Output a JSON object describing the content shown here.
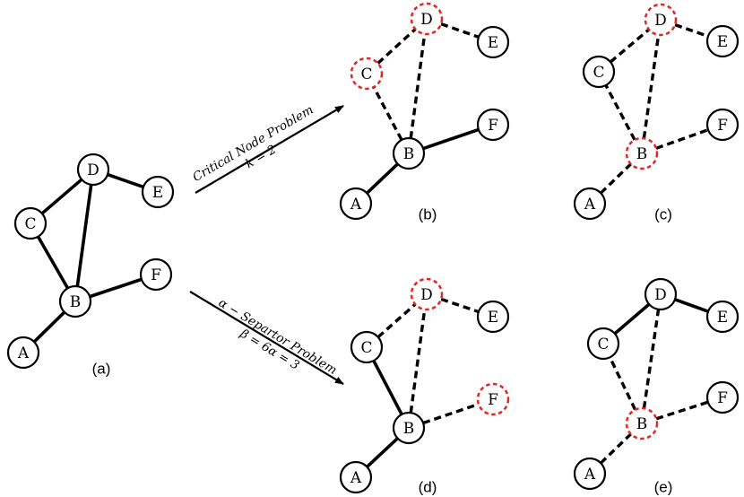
{
  "arrows": {
    "top": {
      "line1": "Critical Node Problem",
      "line2": "k = 2"
    },
    "bottom": {
      "line1": "α − Separtor Problem",
      "line2": "β = 6α = 3"
    }
  },
  "colors": {
    "node_stroke": "#000000",
    "removed_stroke": "#e32626"
  },
  "panels": [
    {
      "id": "a",
      "caption": "(a)",
      "nodes": [
        {
          "label": "A",
          "removed": false
        },
        {
          "label": "B",
          "removed": false
        },
        {
          "label": "C",
          "removed": false
        },
        {
          "label": "D",
          "removed": false
        },
        {
          "label": "E",
          "removed": false
        },
        {
          "label": "F",
          "removed": false
        }
      ],
      "edges": [
        {
          "from": "A",
          "to": "B",
          "removed": false
        },
        {
          "from": "B",
          "to": "C",
          "removed": false
        },
        {
          "from": "B",
          "to": "D",
          "removed": false
        },
        {
          "from": "B",
          "to": "F",
          "removed": false
        },
        {
          "from": "C",
          "to": "D",
          "removed": false
        },
        {
          "from": "D",
          "to": "E",
          "removed": false
        }
      ]
    },
    {
      "id": "b",
      "caption": "(b)",
      "nodes": [
        {
          "label": "A",
          "removed": false
        },
        {
          "label": "B",
          "removed": false
        },
        {
          "label": "C",
          "removed": true
        },
        {
          "label": "D",
          "removed": true
        },
        {
          "label": "E",
          "removed": false
        },
        {
          "label": "F",
          "removed": false
        }
      ],
      "edges": [
        {
          "from": "A",
          "to": "B",
          "removed": false
        },
        {
          "from": "B",
          "to": "C",
          "removed": true
        },
        {
          "from": "B",
          "to": "D",
          "removed": true
        },
        {
          "from": "B",
          "to": "F",
          "removed": false
        },
        {
          "from": "C",
          "to": "D",
          "removed": true
        },
        {
          "from": "D",
          "to": "E",
          "removed": true
        }
      ]
    },
    {
      "id": "c",
      "caption": "(c)",
      "nodes": [
        {
          "label": "A",
          "removed": false
        },
        {
          "label": "B",
          "removed": true
        },
        {
          "label": "C",
          "removed": false
        },
        {
          "label": "D",
          "removed": true
        },
        {
          "label": "E",
          "removed": false
        },
        {
          "label": "F",
          "removed": false
        }
      ],
      "edges": [
        {
          "from": "A",
          "to": "B",
          "removed": true
        },
        {
          "from": "B",
          "to": "C",
          "removed": true
        },
        {
          "from": "B",
          "to": "D",
          "removed": true
        },
        {
          "from": "B",
          "to": "F",
          "removed": true
        },
        {
          "from": "C",
          "to": "D",
          "removed": true
        },
        {
          "from": "D",
          "to": "E",
          "removed": true
        }
      ]
    },
    {
      "id": "d",
      "caption": "(d)",
      "nodes": [
        {
          "label": "A",
          "removed": false
        },
        {
          "label": "B",
          "removed": false
        },
        {
          "label": "C",
          "removed": false
        },
        {
          "label": "D",
          "removed": true
        },
        {
          "label": "E",
          "removed": false
        },
        {
          "label": "F",
          "removed": true
        }
      ],
      "edges": [
        {
          "from": "A",
          "to": "B",
          "removed": false
        },
        {
          "from": "B",
          "to": "C",
          "removed": false
        },
        {
          "from": "B",
          "to": "D",
          "removed": true
        },
        {
          "from": "B",
          "to": "F",
          "removed": true
        },
        {
          "from": "C",
          "to": "D",
          "removed": true
        },
        {
          "from": "D",
          "to": "E",
          "removed": true
        }
      ]
    },
    {
      "id": "e",
      "caption": "(e)",
      "nodes": [
        {
          "label": "A",
          "removed": false
        },
        {
          "label": "B",
          "removed": true
        },
        {
          "label": "C",
          "removed": false
        },
        {
          "label": "D",
          "removed": false
        },
        {
          "label": "E",
          "removed": false
        },
        {
          "label": "F",
          "removed": false
        }
      ],
      "edges": [
        {
          "from": "A",
          "to": "B",
          "removed": true
        },
        {
          "from": "B",
          "to": "C",
          "removed": true
        },
        {
          "from": "B",
          "to": "D",
          "removed": true
        },
        {
          "from": "B",
          "to": "F",
          "removed": true
        },
        {
          "from": "C",
          "to": "D",
          "removed": false
        },
        {
          "from": "D",
          "to": "E",
          "removed": false
        }
      ]
    }
  ]
}
